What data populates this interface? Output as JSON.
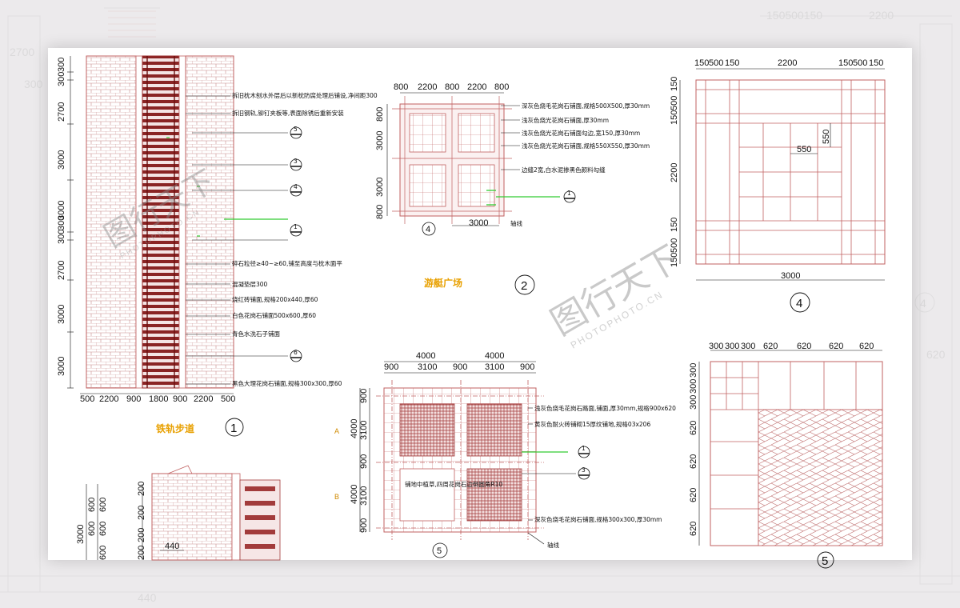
{
  "colors": {
    "line": "#c06060",
    "dark": "#9a2a2a",
    "leader": "#33cc33",
    "title": "#e8a000",
    "dimension": "#222222"
  },
  "background_labels": [
    "150500150",
    "2200",
    "4",
    "620",
    "440",
    "2700",
    "300"
  ],
  "plan1": {
    "title": "铁轨步道",
    "number": "1",
    "bottom_dims": [
      "500",
      "2200",
      "900",
      "1800",
      "900",
      "2200",
      "500"
    ],
    "left_dims": [
      "300",
      "300",
      "2700",
      "3000",
      "3000",
      "300",
      "300",
      "2700",
      "3000",
      "3000"
    ],
    "callouts": [
      "5",
      "3",
      "4",
      "1",
      "6"
    ],
    "notes": [
      "拆旧枕木刨水外层后以新枕防腐处理后铺设,净间距300",
      "拆旧钢轨,铆钉夹板等,表面除锈后重新安装",
      "碎石粒径≥40~≥60,铺至高度与枕木面平",
      "混凝垫层300",
      "烧红砖铺面,规格200x440,厚60",
      "白色花岗石铺面500x600,厚60",
      "青色水洗石子铺面",
      "黑色大理花岗石铺面,规格300x300,厚60"
    ]
  },
  "plan2": {
    "title": "游艇广场",
    "number": "2",
    "top_dims": [
      "800",
      "2200",
      "800",
      "2200",
      "800"
    ],
    "left_dims": [
      "800",
      "3000",
      "3000",
      "800"
    ],
    "bottom_dim": "3000",
    "section_mark": "4",
    "callouts": [
      "1"
    ],
    "axis_label": "轴线",
    "notes": [
      "深灰色烧毛花岗石铺面,规格500X500,厚30mm",
      "浅灰色烧光花岗石铺面,厚30mm",
      "浅灰色烧光花岗石铺面勾边,宽150,厚30mm",
      "浅灰色烧光花岗石铺面,规格550X550,厚30mm",
      "边缝2宽,白水泥掺黑色颜料勾缝"
    ]
  },
  "plan3": {
    "section_mark": "5",
    "top_dims_a": [
      "4000",
      "4000"
    ],
    "top_dims_b": [
      "900",
      "3100",
      "900",
      "3100",
      "900"
    ],
    "left_dims_a": [
      "4000",
      "4000"
    ],
    "left_dims_b": [
      "900",
      "3100",
      "900",
      "3100",
      "900"
    ],
    "axis_a": "A",
    "axis_b": "B",
    "callouts": [
      "1",
      "3"
    ],
    "axis_label": "轴线",
    "inner_note": "铺地中植草,四周花岗石边倒圆角R10",
    "notes": [
      "浅灰色烧毛花岗石路面,铺面,厚30mm,规格900x620",
      "黄灰色耐火砖铺砌15厚纹铺地,规格03x206",
      "深灰色烧毛花岗石铺面,规格300x300,厚30mm"
    ]
  },
  "detail4": {
    "number": "4",
    "top_dims": [
      "150",
      "500",
      "150",
      "2200",
      "150",
      "500",
      "150"
    ],
    "left_dims": [
      "150",
      "500",
      "150",
      "2200",
      "150",
      "500",
      "150"
    ],
    "inner_dims": [
      "550",
      "550"
    ],
    "bottom_dim": "3000"
  },
  "detail5": {
    "number": "5",
    "top_dims": [
      "300",
      "300",
      "300",
      "620",
      "620",
      "620",
      "620"
    ],
    "left_dims": [
      "300",
      "300",
      "300",
      "620",
      "620",
      "620",
      "620"
    ]
  },
  "detail6": {
    "left_dims": [
      "3000",
      "600",
      "600",
      "600",
      "600",
      "600"
    ],
    "inner_dims": [
      "200",
      "200",
      "200",
      "200"
    ],
    "bottom_dim": "440"
  },
  "watermark": {
    "text": "图行天下",
    "sub": "PHOTOPHOTO.CN"
  }
}
